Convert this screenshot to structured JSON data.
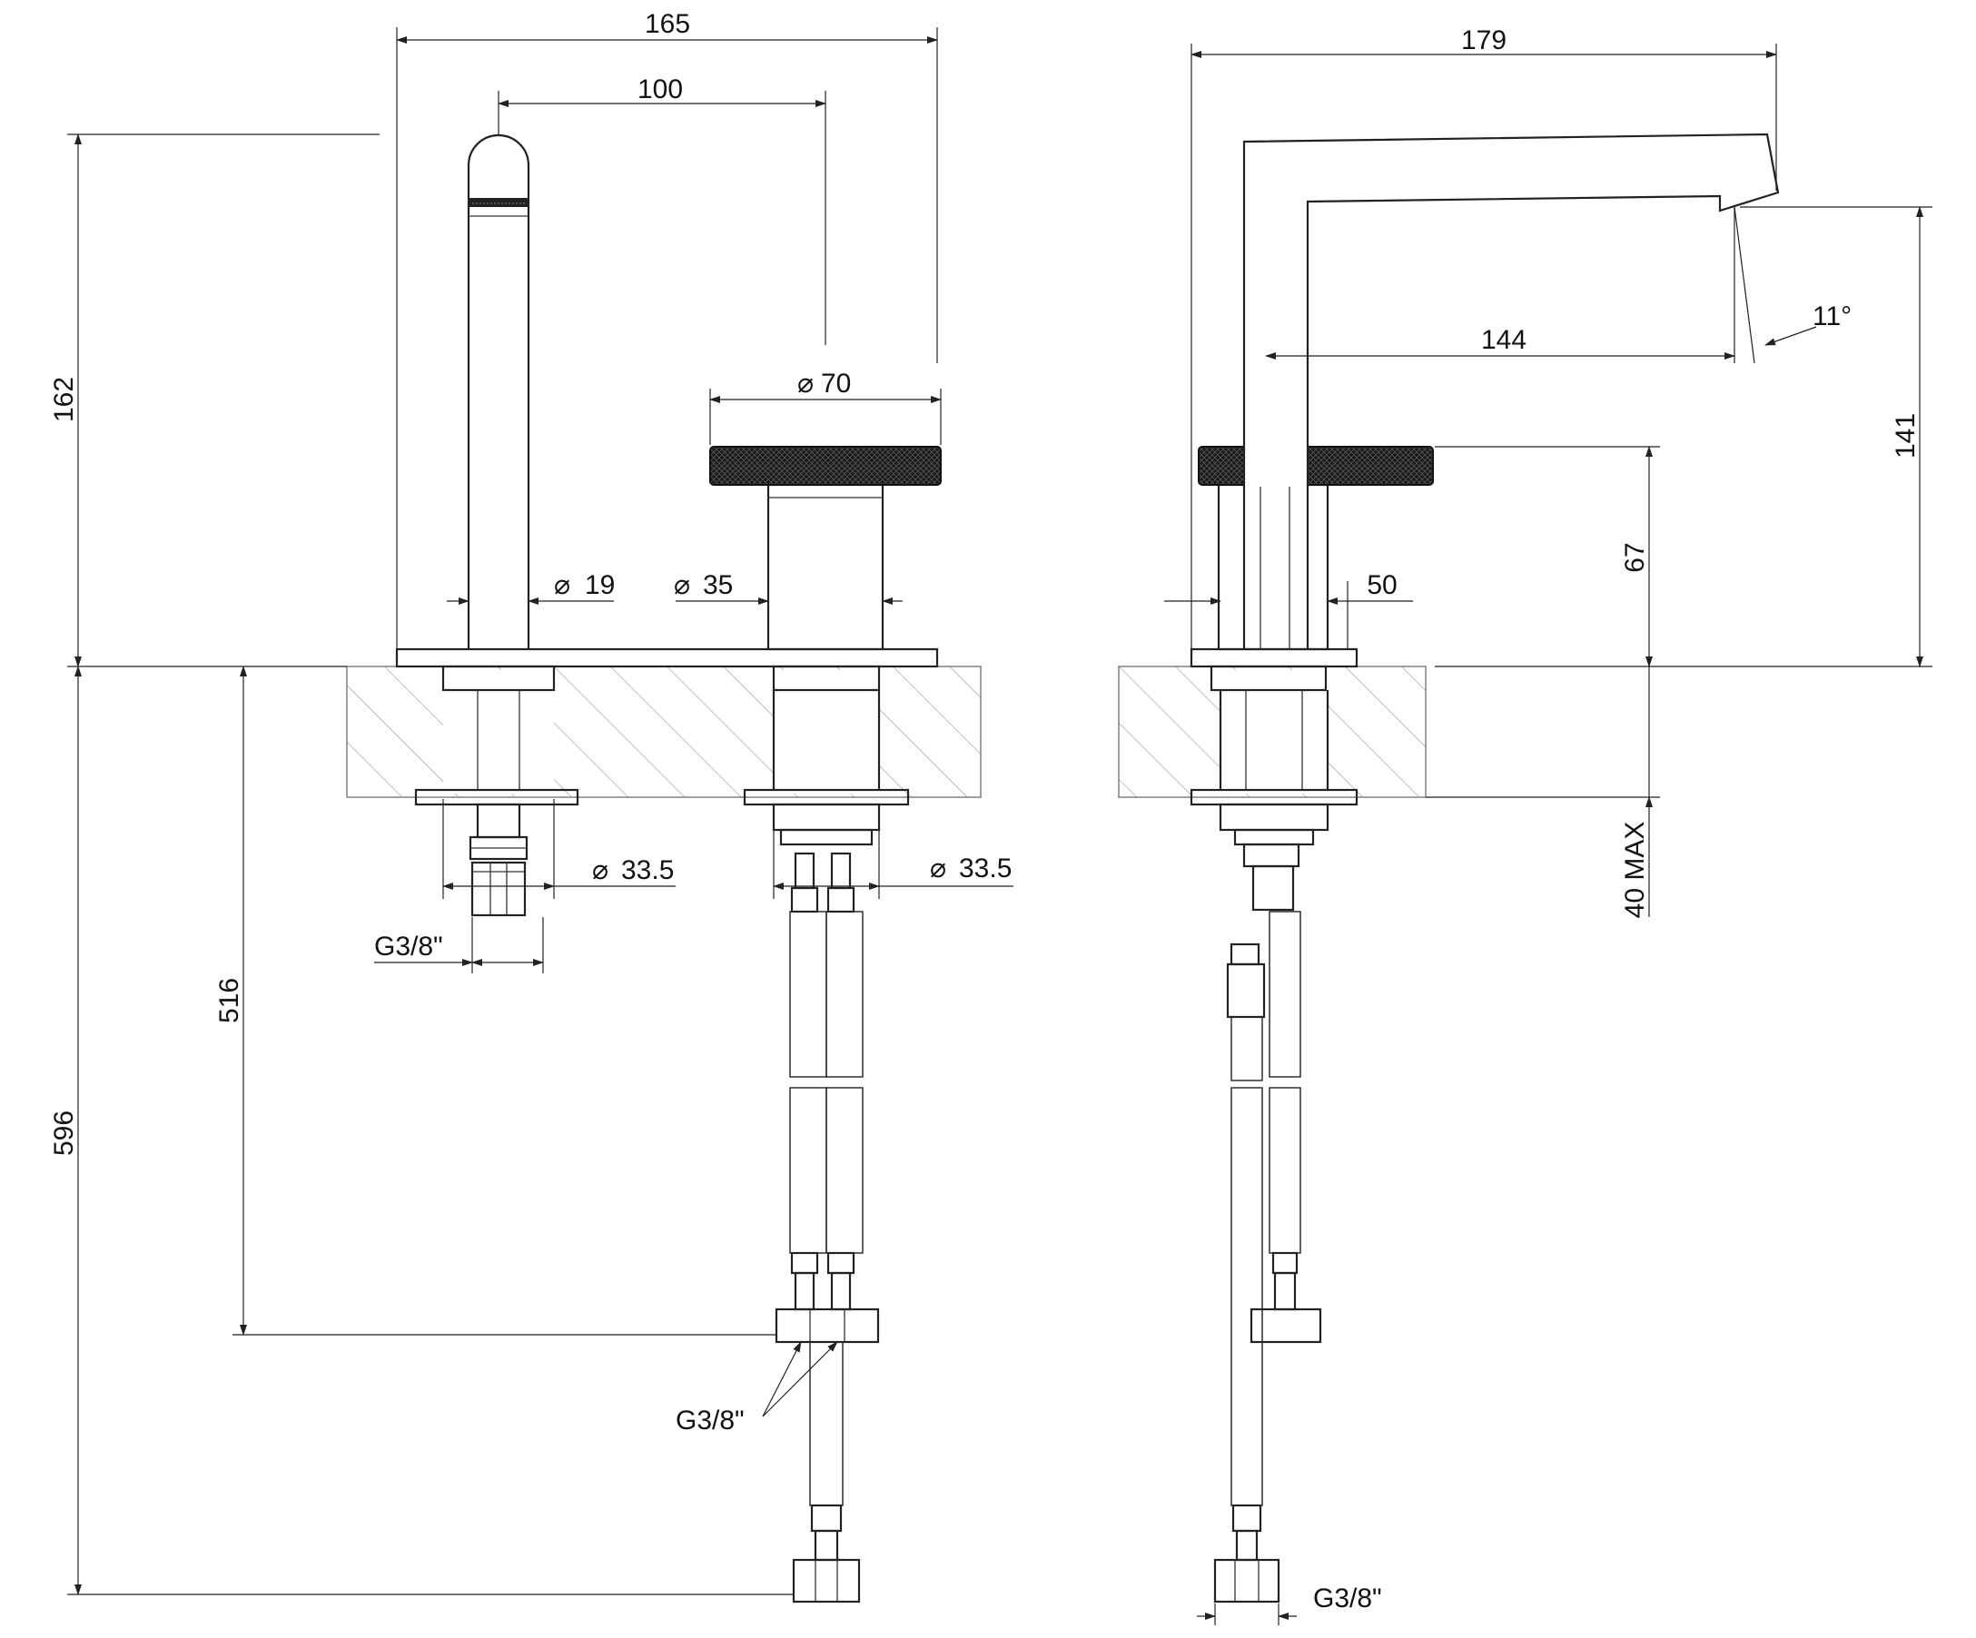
{
  "front_view": {
    "dim_overall_width": "165",
    "dim_spout_to_handle": "100",
    "dim_handle_diameter": "70",
    "dim_spout_diameter": "19",
    "dim_body_diameter": "35",
    "dim_height": "162",
    "dim_hose_to_nut": "516",
    "dim_hose_total": "596",
    "dim_spout_shank": "33.5",
    "dim_body_shank": "33.5",
    "dim_spout_thread": "G3/8\"",
    "dim_hose_thread": "G3/8\""
  },
  "side_view": {
    "dim_reach_total": "179",
    "dim_reach_outlet": "144",
    "dim_outlet_angle": "11°",
    "dim_outlet_height": "141",
    "dim_handle_height": "67",
    "dim_body_width": "50",
    "dim_max_deck": "40 MAX",
    "dim_hose_thread": "G3/8\""
  },
  "symbols": {
    "diameter": "⌀"
  }
}
